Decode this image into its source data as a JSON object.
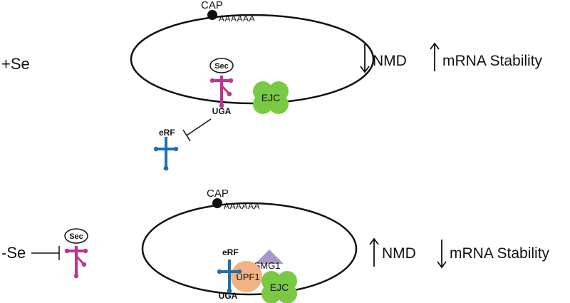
{
  "top_panel": {
    "condition": "+Se",
    "cap": "CAP",
    "polyA": "AAAAAA",
    "sec": "Sec",
    "codon": "UGA",
    "ejc": "EJC",
    "erf": "eRF",
    "nmd": "NMD",
    "stability": "mRNA Stability"
  },
  "bottom_panel": {
    "condition": "-Se",
    "sec": "Sec",
    "cap": "CAP",
    "polyA": "AAAAAA",
    "erf": "eRF",
    "codon": "UGA",
    "upf1": "UPF1",
    "smg1": "SMG1",
    "ejc": "EJC",
    "nmd": "NMD",
    "stability": "mRNA Stability"
  },
  "colors": {
    "sec_trna": "#c0338f",
    "erf": "#1f6fb2",
    "ejc": "#7ac943",
    "upf1": "#f4b183",
    "smg1": "#a898c8"
  }
}
